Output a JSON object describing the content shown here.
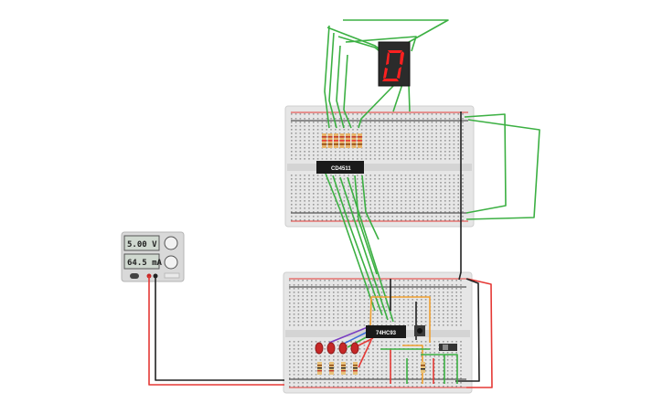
{
  "power_supply": {
    "voltage_reading": "5.00 V",
    "current_reading": "64.5 mA"
  },
  "chips": {
    "decoder_label": "CD4511",
    "counter_label": "74HC93"
  },
  "display": {
    "digit": "0"
  },
  "colors": {
    "wire_green": "#3cb043",
    "wire_red": "#e53935",
    "wire_black": "#222222",
    "wire_orange": "#f0a030",
    "wire_purple": "#7b3fc2",
    "wire_blue": "#3f6fd8",
    "segment_red": "#ff2020",
    "breadboard": "#e9e9e9"
  }
}
